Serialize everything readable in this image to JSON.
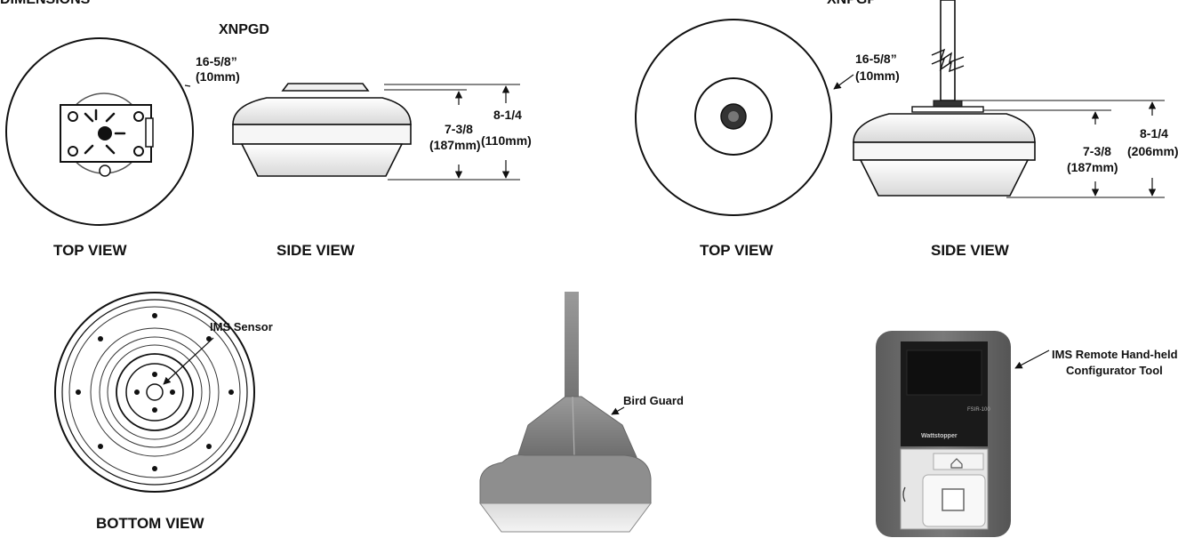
{
  "header": {
    "section": "DIMENSIONS",
    "model_a": "XNPGD",
    "model_b": "XNPGP"
  },
  "xnpgd": {
    "top_view": {
      "caption": "TOP VIEW",
      "diameter": "16-5/8”",
      "diameter_metric": "(10mm)"
    },
    "side_view": {
      "caption": "SIDE VIEW",
      "height_inner": "7-3/8",
      "height_inner_metric": "(187mm)",
      "height_outer": "8-1/4",
      "height_outer_metric": "(110mm)"
    }
  },
  "xnpgp": {
    "top_view": {
      "caption": "TOP VIEW",
      "diameter": "16-5/8”",
      "diameter_metric": "(10mm)"
    },
    "side_view": {
      "caption": "SIDE VIEW",
      "height_inner": "7-3/8",
      "height_inner_metric": "(187mm)",
      "height_outer": "8-1/4",
      "height_outer_metric": "(206mm)"
    }
  },
  "bottom_view": {
    "caption": "BOTTOM VIEW",
    "callout": "IMS Sensor"
  },
  "bird_guard": {
    "callout": "Bird Guard"
  },
  "remote": {
    "callout_line1": "IMS Remote Hand-held",
    "callout_line2": "Configurator Tool",
    "screen_text_1": "Wattstopper",
    "screen_text_2": "FSIR-100"
  },
  "colors": {
    "line": "#111111",
    "fixture_grey": "#8a8a8a",
    "device_body": "#6e6e6e"
  }
}
